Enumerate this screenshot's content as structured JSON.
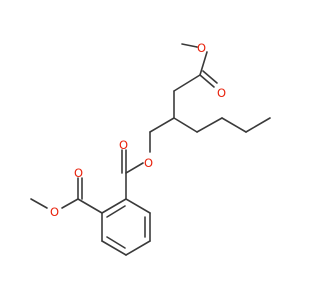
{
  "molecule": {
    "atom_color_o": "#e8200a",
    "bond_color": "#3a3a3a",
    "background": "#ffffff",
    "labels": {
      "ester_o_top_single": "O",
      "ester_o_top_double": "O",
      "ester_o_linker": "O",
      "ester_o_carbonyl_right": "O",
      "ester_o_carbonyl_left": "O",
      "ester_o_methoxy_left": "O"
    }
  }
}
